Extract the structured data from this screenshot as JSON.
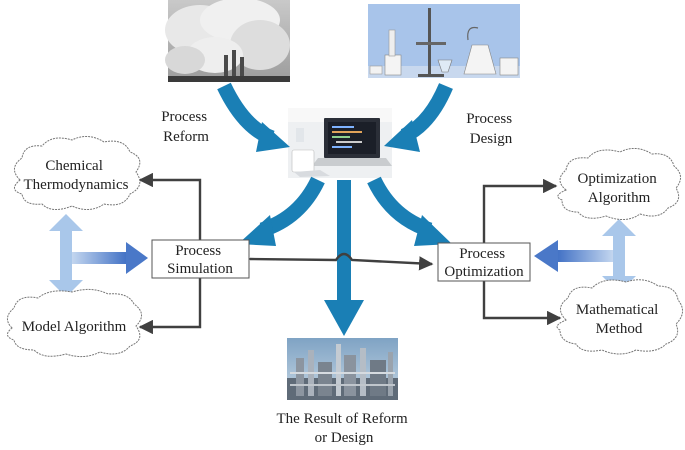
{
  "labels": {
    "process_reform": [
      "Process",
      "Reform"
    ],
    "process_design": [
      "Process",
      "Design"
    ],
    "chemical_thermodynamics": [
      "Chemical",
      "Thermodynamics"
    ],
    "model_algorithm": [
      "Model Algorithm"
    ],
    "process_simulation": [
      "Process",
      "Simulation"
    ],
    "process_optimization": [
      "Process",
      "Optimization"
    ],
    "optimization_algorithm": [
      "Optimization",
      "Algorithm"
    ],
    "mathematical_method": [
      "Mathematical",
      "Method"
    ],
    "result": [
      "The Result of Reform",
      "or Design"
    ]
  },
  "images": {
    "smokestack": "factory-smokestack-photo",
    "lab": "laboratory-glassware-photo",
    "laptop": "laptop-photo",
    "plant": "chemical-plant-photo"
  },
  "colors": {
    "flow_arrow": "#1a7fb5",
    "connector": "#404040",
    "dual_arrow_light": "#a9c7ea",
    "dual_arrow_dark": "#4a78c8"
  }
}
